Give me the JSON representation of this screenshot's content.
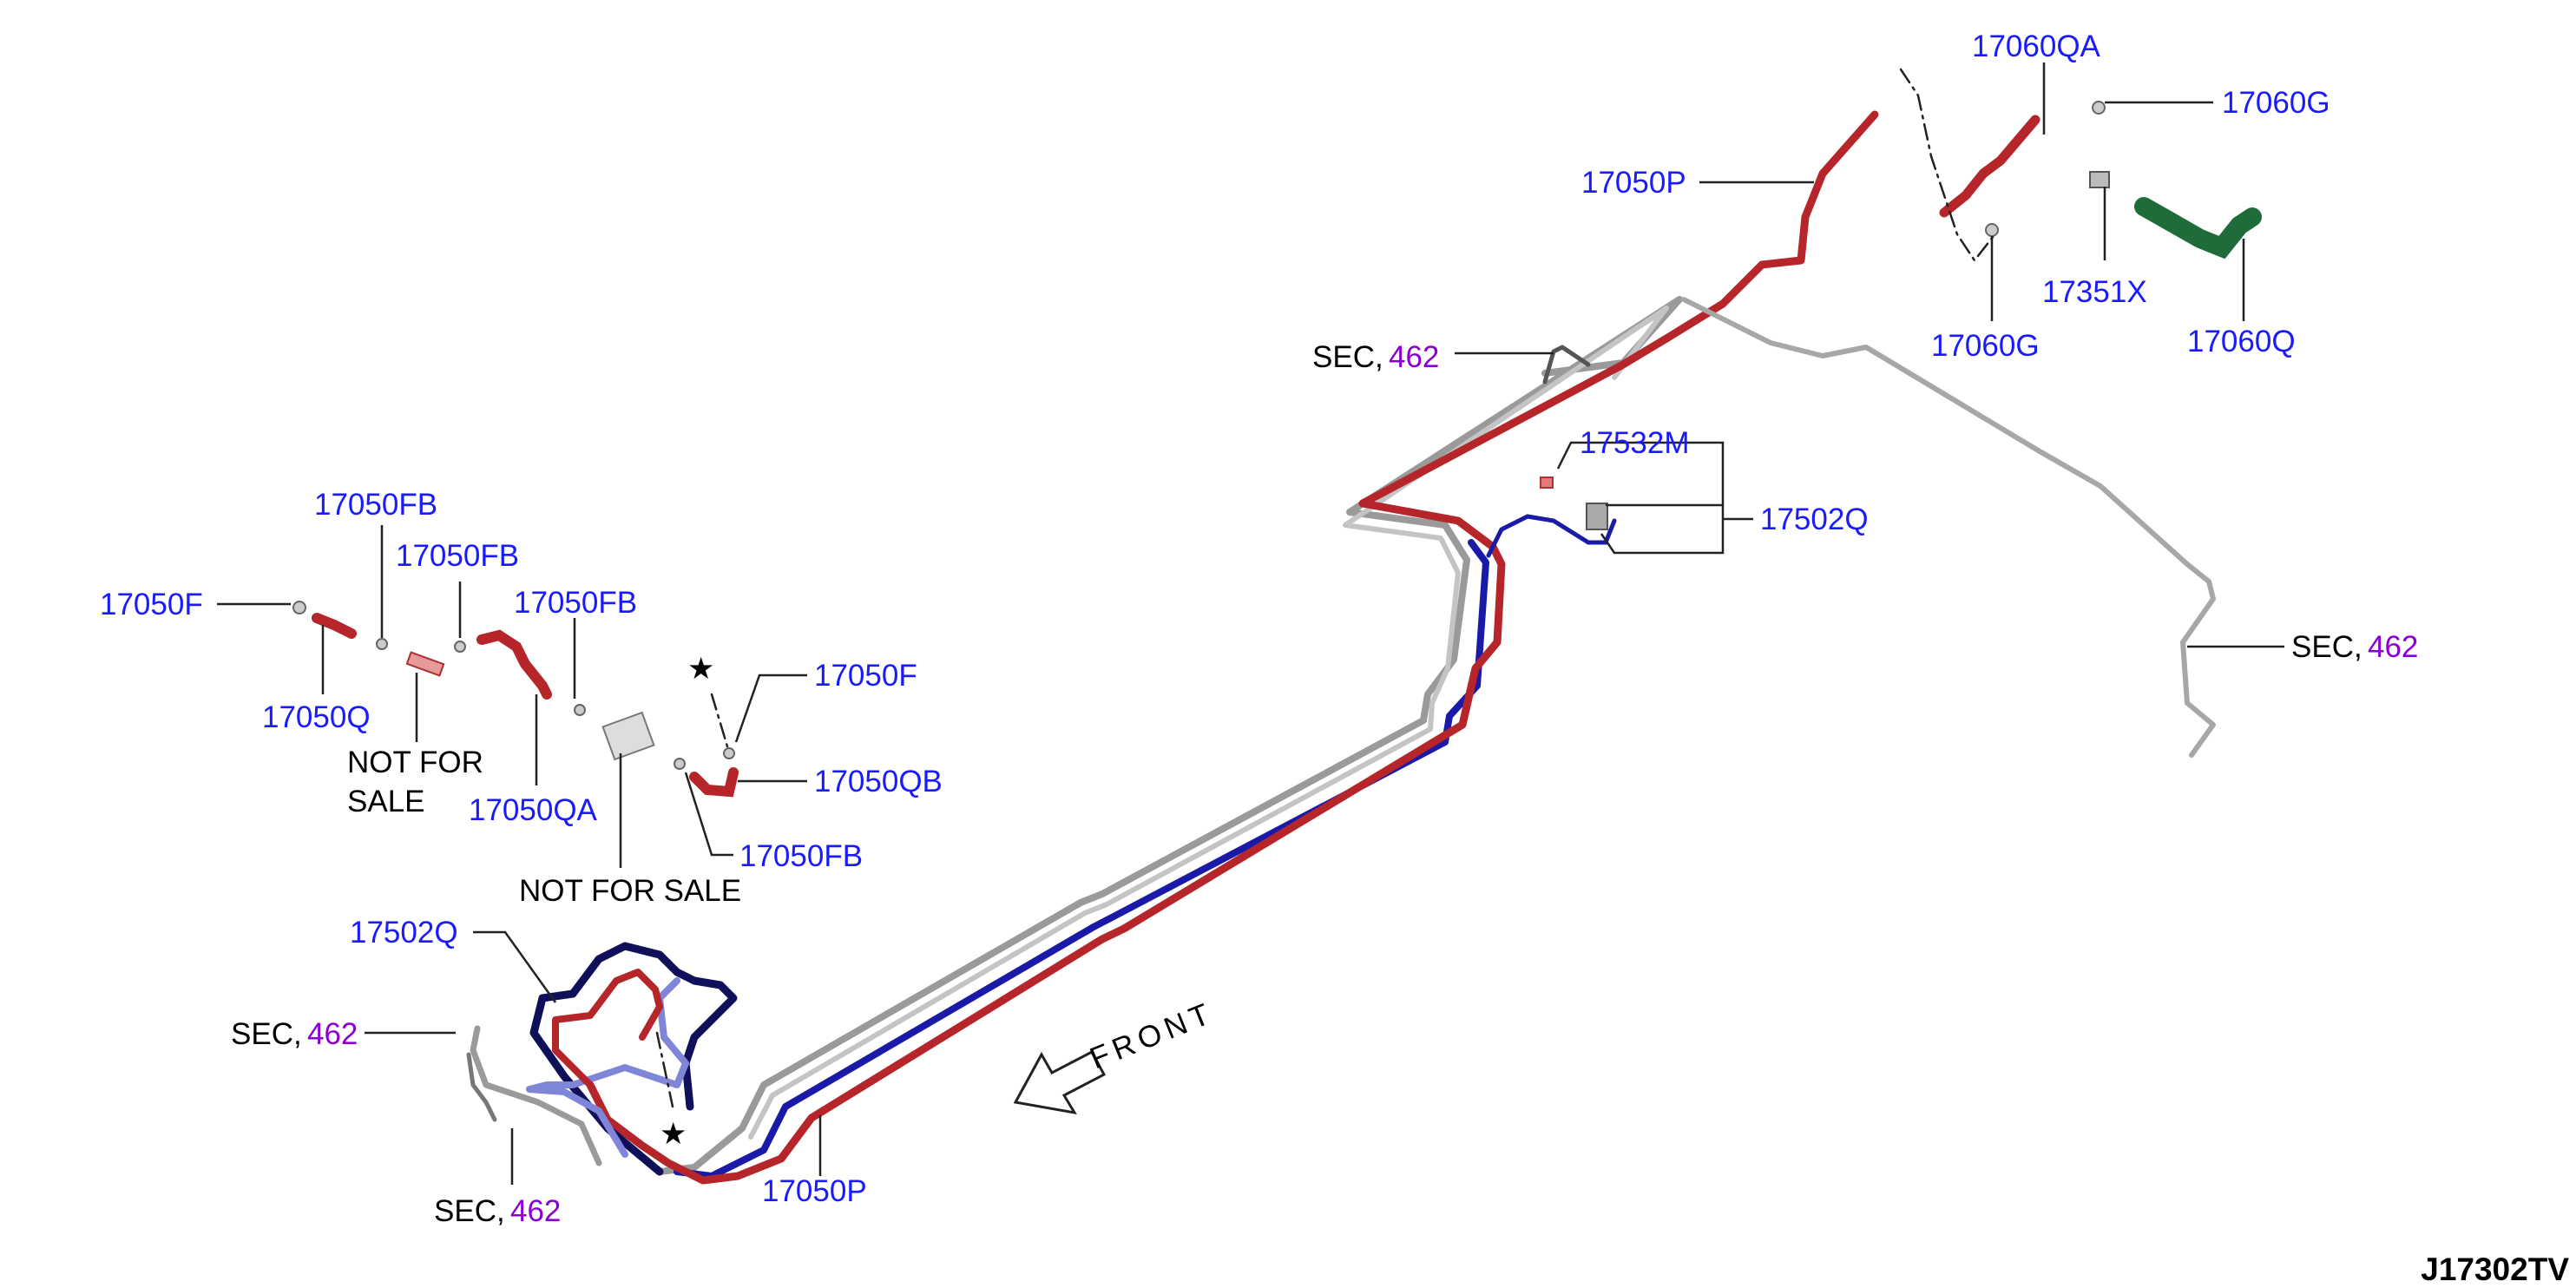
{
  "labels": {
    "p17060QA": "17060QA",
    "p17060G_top": "17060G",
    "p17050P_top": "17050P",
    "p17351X": "17351X",
    "p17060G_bot": "17060G",
    "p17060Q": "17060Q",
    "sec_top_text": "SEC,",
    "sec_top_num": "462",
    "p17532M": "17532M",
    "p17502Q_right": "17502Q",
    "sec_right_text": "SEC,",
    "sec_right_num": "462",
    "p17050FB_1": "17050FB",
    "p17050FB_2": "17050FB",
    "p17050FB_3": "17050FB",
    "p17050F_left": "17050F",
    "p17050F_right": "17050F",
    "p17050Q": "17050Q",
    "nfs1_line1": "NOT FOR",
    "nfs1_line2": "SALE",
    "p17050QA": "17050QA",
    "p17050QB": "17050QB",
    "p17050FB_4": "17050FB",
    "nfs2": "NOT FOR SALE",
    "p17502Q_left": "17502Q",
    "sec_left_text": "SEC,",
    "sec_left_num": "462",
    "sec_bot_text": "SEC,",
    "sec_bot_num": "462",
    "p17050P_bot": "17050P",
    "front": "FRONT",
    "star1": "★",
    "star2": "★",
    "diagram_code": "J17302TV"
  },
  "colors": {
    "label_part": "#1a1aff",
    "label_section": "#8a00d4",
    "tube_red": "#b5252a",
    "tube_gray": "#9a9a9a",
    "tube_blue": "#1a1aa8",
    "tube_navy": "#10105a",
    "tube_lightblue": "#7f86d8",
    "hose_green": "#1f6b3a"
  }
}
